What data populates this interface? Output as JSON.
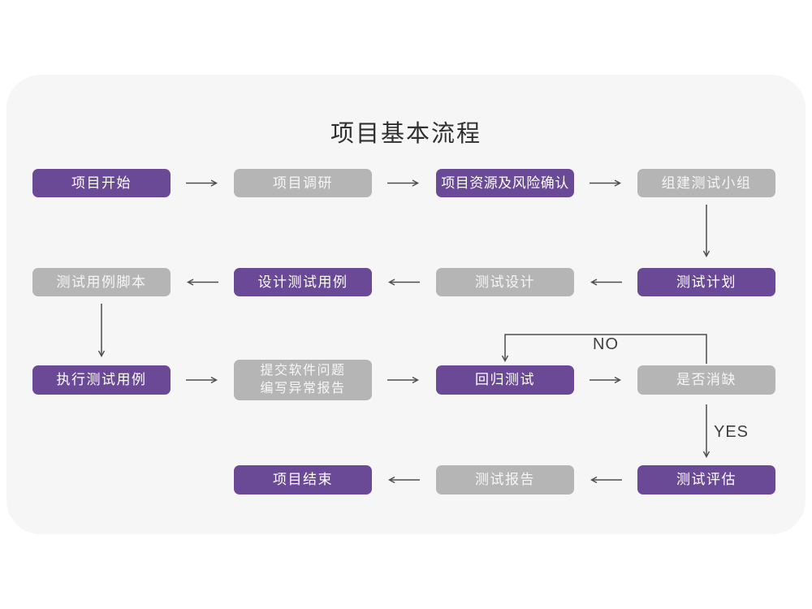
{
  "title": "项目基本流程",
  "labels": {
    "no": "NO",
    "yes": "YES"
  },
  "colors": {
    "purple": "#6a4a97",
    "gray": "#b5b5b5",
    "card_background": "#f6f6f6",
    "arrow": "#4d4d4d"
  },
  "nodes": [
    {
      "id": "project-start",
      "label": "项目开始",
      "variant": "purple"
    },
    {
      "id": "project-research",
      "label": "项目调研",
      "variant": "gray"
    },
    {
      "id": "resources-risk-confirm",
      "label": "项目资源及风险确认",
      "variant": "purple"
    },
    {
      "id": "form-test-team",
      "label": "组建测试小组",
      "variant": "gray"
    },
    {
      "id": "test-case-script",
      "label": "测试用例脚本",
      "variant": "gray"
    },
    {
      "id": "design-test-case",
      "label": "设计测试用例",
      "variant": "purple"
    },
    {
      "id": "test-design",
      "label": "测试设计",
      "variant": "gray"
    },
    {
      "id": "test-plan",
      "label": "测试计划",
      "variant": "purple"
    },
    {
      "id": "execute-test-case",
      "label": "执行测试用例",
      "variant": "purple"
    },
    {
      "id": "submit-issue-report",
      "label": "提交软件问题\n编写异常报告",
      "variant": "gray"
    },
    {
      "id": "regression-test",
      "label": "回归测试",
      "variant": "purple"
    },
    {
      "id": "defect-cleared",
      "label": "是否消缺",
      "variant": "gray"
    },
    {
      "id": "test-evaluation",
      "label": "测试评估",
      "variant": "purple"
    },
    {
      "id": "test-report",
      "label": "测试报告",
      "variant": "gray"
    },
    {
      "id": "project-end",
      "label": "项目结束",
      "variant": "purple"
    }
  ]
}
